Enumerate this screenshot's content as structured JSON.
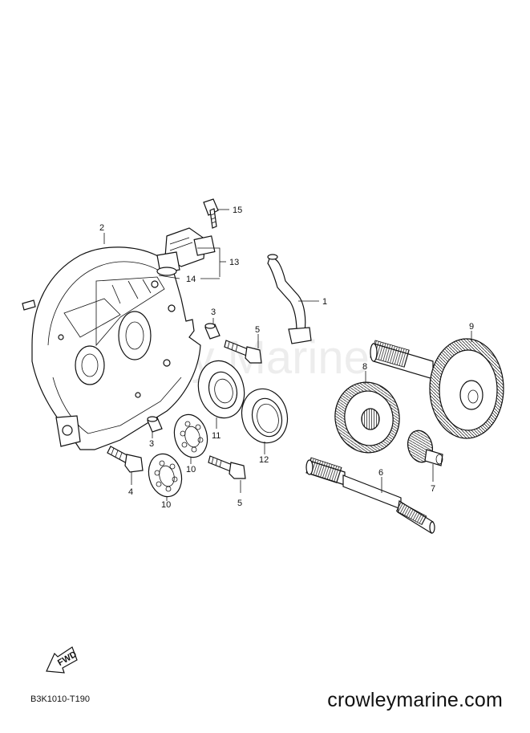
{
  "watermark": "Crowley Marine",
  "fwd_label": "FWD",
  "diagram_code": "B3K1010-T190",
  "site_url": "crowleymarine.com",
  "callouts": {
    "c1": "1",
    "c2": "2",
    "c3a": "3",
    "c3b": "3",
    "c4": "4",
    "c5a": "5",
    "c5b": "5",
    "c6": "6",
    "c7": "7",
    "c8": "8",
    "c9": "9",
    "c10a": "10",
    "c10b": "10",
    "c11": "11",
    "c12": "12",
    "c13": "13",
    "c14": "14",
    "c15": "15"
  }
}
